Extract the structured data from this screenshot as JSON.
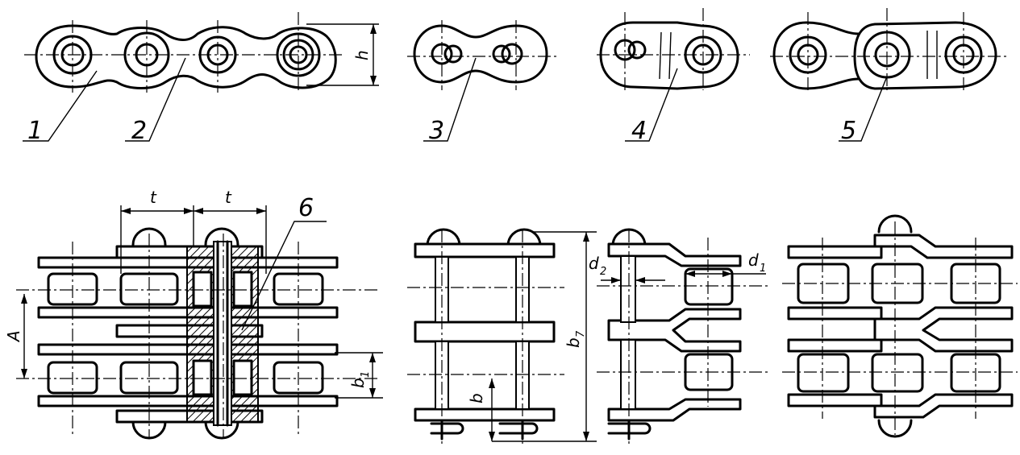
{
  "callouts": {
    "c1": "1",
    "c2": "2",
    "c3": "3",
    "c4": "4",
    "c5": "5",
    "c6": "6"
  },
  "dimensions": {
    "h": "h",
    "t": "t",
    "A": "A",
    "b": "b",
    "b1": "b",
    "b1_sub": "1",
    "b7": "b",
    "b7_sub": "7",
    "d2": "d",
    "d2_sub": "2",
    "d1": "d",
    "d1_sub": "1"
  }
}
